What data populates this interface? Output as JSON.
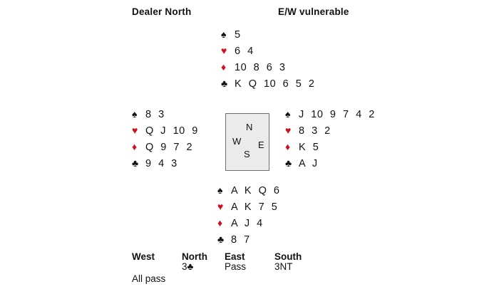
{
  "header": {
    "dealer": "Dealer North",
    "vulnerability": "E/W vulnerable"
  },
  "suit_symbols": {
    "spade": "♠",
    "heart": "♥",
    "diamond": "♦",
    "club": "♣"
  },
  "colors": {
    "red_suit": "#d01020",
    "black_suit": "#111111",
    "compass_background": "#ebebeb"
  },
  "compass": {
    "north": "N",
    "west": "W",
    "east": "E",
    "south": "S"
  },
  "hands": {
    "north": {
      "spades": "5",
      "hearts": "6 4",
      "diamonds": "10 8 6 3",
      "clubs": "K Q 10 6 5 2"
    },
    "west": {
      "spades": "8 3",
      "hearts": "Q J 10 9",
      "diamonds": "Q 9 7 2",
      "clubs": "9 4 3"
    },
    "east": {
      "spades": "J 10 9 7 4 2",
      "hearts": "8 3 2",
      "diamonds": "K 5",
      "clubs": "A J"
    },
    "south": {
      "spades": "A K Q 6",
      "hearts": "A K 7 5",
      "diamonds": "A J 4",
      "clubs": "8 7"
    }
  },
  "auction": {
    "headers": {
      "west": "West",
      "north": "North",
      "east": "East",
      "south": "South"
    },
    "bids": {
      "north": "3♣",
      "east": "Pass",
      "south": "3NT"
    },
    "footer": "All pass"
  }
}
